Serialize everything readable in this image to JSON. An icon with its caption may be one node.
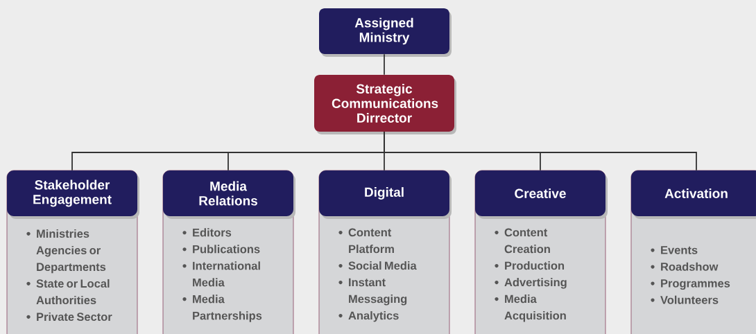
{
  "diagram": {
    "nodes": [
      {
        "text": [
          "Assigned Ministry"
        ]
      },
      {
        "text": [
          "Strategic Communications Dirrector"
        ]
      },
      {
        "text": [
          "Stakeholder Engagement",
          "Ministries Agencies or Departments",
          "State or Local Authorities",
          "Private Sector"
        ]
      },
      {
        "text": [
          "Media Relations",
          "Editors",
          "Publications",
          "International Media",
          "Media Partnerships"
        ]
      },
      {
        "text": [
          "Digital",
          "Content Platform",
          "Social Media",
          "Instant Messaging",
          "Analytics"
        ]
      },
      {
        "text": [
          "Creative",
          "Content Creation",
          "Production",
          "Advertising",
          "Media Acquisition"
        ]
      },
      {
        "text": [
          "Activation",
          "Events",
          "Roadshow",
          "Programmes",
          "Volunteers"
        ]
      }
    ],
    "edges": [
      {
        "from": 0,
        "to": 1,
        "arrow": "none"
      },
      {
        "from": 1,
        "to": 2,
        "arrow": "none"
      },
      {
        "from": 1,
        "to": 3,
        "arrow": "none"
      },
      {
        "from": 1,
        "to": 4,
        "arrow": "none"
      },
      {
        "from": 1,
        "to": 5,
        "arrow": "none"
      },
      {
        "from": 1,
        "to": 6,
        "arrow": "none"
      }
    ]
  }
}
